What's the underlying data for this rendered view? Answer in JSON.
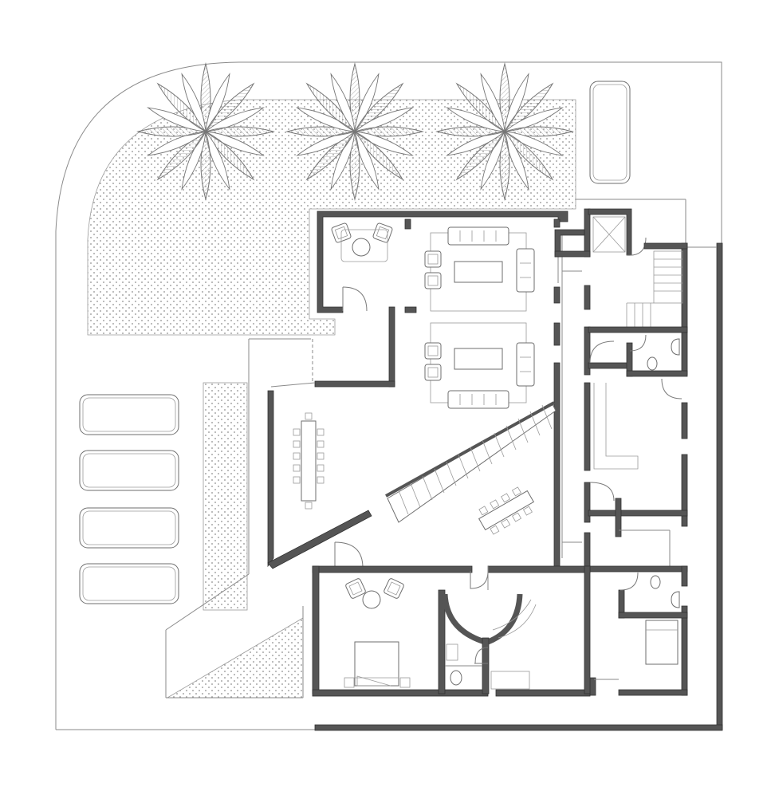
{
  "plan": {
    "drawing_type": "architectural floor plan",
    "colors": {
      "wall": "#555555",
      "line": "#8a8a8a",
      "hatch": "#9a9a9a",
      "background": "#ffffff"
    },
    "zones": [
      "front-garden",
      "parking",
      "entry-walkway",
      "living-room",
      "family-room",
      "dining-area",
      "staircase",
      "kitchen-dining",
      "master-bedroom",
      "foyer",
      "bathroom",
      "secondary-bedroom",
      "guest-bedroom",
      "service-stair",
      "corridor"
    ],
    "icons": [
      "tree-icon",
      "car-icon",
      "bed-icon",
      "sofa-icon",
      "armchair-icon",
      "dining-table-icon",
      "toilet-icon",
      "sink-icon",
      "door-swing-icon"
    ]
  }
}
